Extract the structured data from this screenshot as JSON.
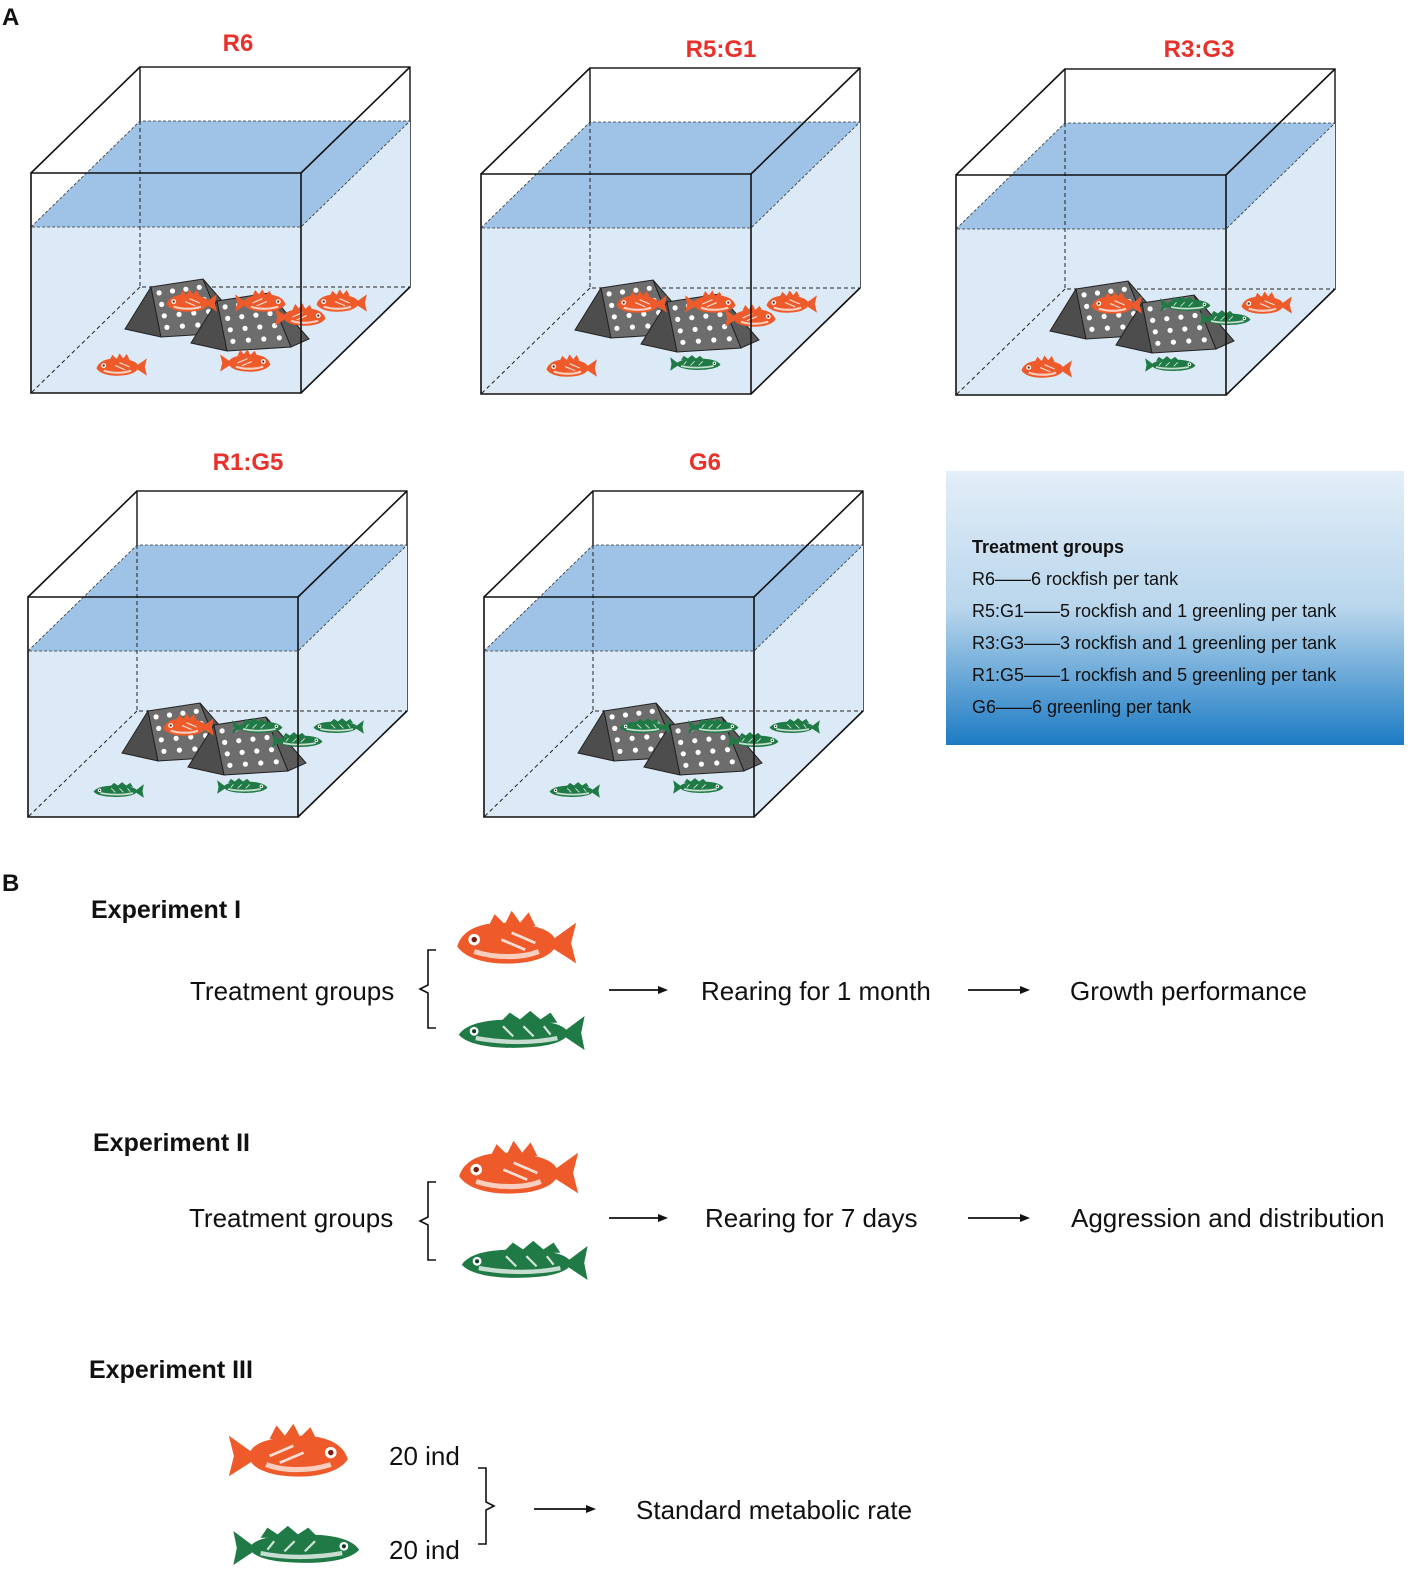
{
  "panel_a": {
    "label": "A",
    "tanks": [
      {
        "title": "R6",
        "rockfish": 6,
        "greenling": 0
      },
      {
        "title": "R5:G1",
        "rockfish": 5,
        "greenling": 1
      },
      {
        "title": "R3:G3",
        "rockfish": 3,
        "greenling": 3
      },
      {
        "title": "R1:G5",
        "rockfish": 1,
        "greenling": 5
      },
      {
        "title": "G6",
        "rockfish": 0,
        "greenling": 6
      }
    ],
    "legend": {
      "title": "Treatment groups",
      "items": [
        "R6——6 rockfish per tank",
        "R5:G1——5 rockfish and 1 greenling per tank",
        "R3:G3——3 rockfish and 1 greenling per tank",
        "R1:G5——1 rockfish and 5 greenling per tank",
        "G6——6 greenling per tank"
      ]
    }
  },
  "panel_b": {
    "label": "B",
    "experiments": [
      {
        "title": "Experiment I",
        "input": "Treatment groups",
        "step": "Rearing for 1 month",
        "outcome": "Growth performance"
      },
      {
        "title": "Experiment II",
        "input": "Treatment groups",
        "step": "Rearing for 7 days",
        "outcome": "Aggression and distribution"
      },
      {
        "title": "Experiment III",
        "rockfish_count": "20 ind",
        "greenling_count": "20 ind",
        "outcome": "Standard metabolic rate"
      }
    ]
  },
  "colors": {
    "title_red": "#e8312b",
    "rockfish": "#ee5a2a",
    "greenling": "#1f7a45",
    "water": "#dce9f6",
    "water_surface": "#9ec3e6",
    "shelter": "#6d6d6d",
    "legend_top": "#e3eef8",
    "legend_bottom": "#1c7bc4"
  }
}
